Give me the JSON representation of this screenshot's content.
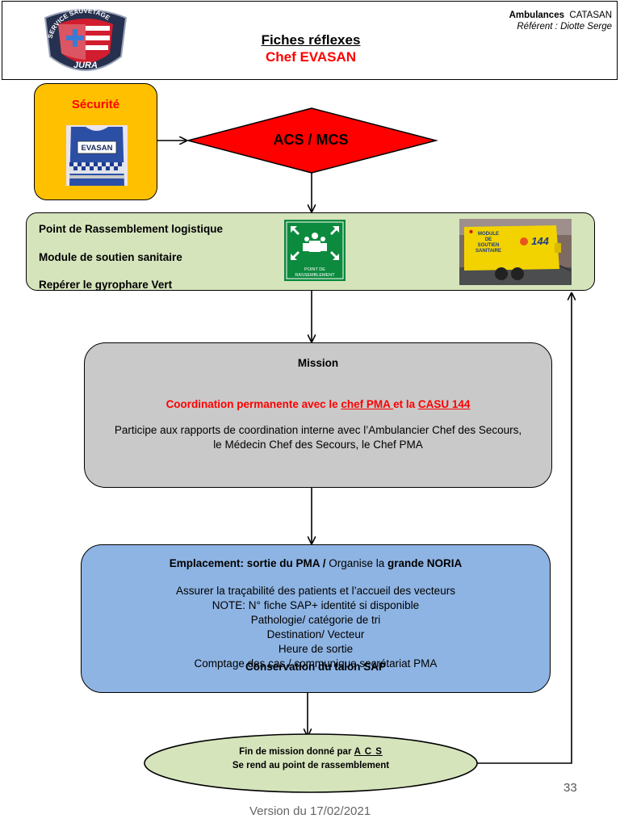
{
  "header": {
    "title": "Fiches réflexes",
    "subtitle": "Chef EVASAN",
    "org_name": "Ambulances",
    "org_unit": "CATASAN",
    "referent": "Référent : Diotte Serge",
    "logo_top_text": "SERVICE SAUVETAGE",
    "logo_bottom_text": "JURA"
  },
  "securite": {
    "label": "Sécurité",
    "vest_text": "EVASAN"
  },
  "acs_mcs": "ACS / MCS",
  "logistique": {
    "line1": "Point de  Rassemblement  logistique",
    "line2": "Module de soutien sanitaire",
    "line3": "Repérer le gyrophare Vert",
    "sign_text_1": "POINT DE",
    "sign_text_2": "RASSEMBLEMENT",
    "trailer_text_1": "MODULE",
    "trailer_text_2": "DE",
    "trailer_text_3": "SOUTIEN",
    "trailer_text_4": "SANITAIRE",
    "trailer_number": "144"
  },
  "mission": {
    "title": "Mission",
    "coord_prefix": "Coordination permanente avec le ",
    "coord_link1": "chef PMA ",
    "coord_mid": "et la  ",
    "coord_link2": "CASU 144",
    "participe_1": "Participe aux rapports de coordination interne avec l’Ambulancier Chef des Secours,",
    "participe_2": "le Médecin Chef des Secours, le Chef  PMA"
  },
  "emplacement": {
    "title_bold": "Emplacement: sortie du PMA  /",
    "title_normal": "  Organise la ",
    "title_bold2": "grande NORIA",
    "lines": [
      "Assurer la traçabilité des patients  et  l’accueil des vecteurs",
      "NOTE: N° fiche SAP+ identité si disponible",
      "Pathologie/ catégorie de tri",
      "Destination/ Vecteur",
      "Heure de sortie",
      "Comptage des cas / communique secrétariat PMA"
    ],
    "conservation": "Conservation du talon SAP"
  },
  "fin": {
    "prefix": "Fin de mission donné par  ",
    "acs": "A C S",
    "line2": "Se rend au point de rassemblement"
  },
  "page_number": "33",
  "version": "Version du 17/02/2021",
  "colors": {
    "securite_bg": "#ffc000",
    "diamond_fill": "#ff0000",
    "logistique_bg": "#d6e4bc",
    "mission_bg": "#c9c9c9",
    "emplacement_bg": "#8eb4e3",
    "fin_bg": "#d6e4bc",
    "accent_red": "#ff0000"
  }
}
